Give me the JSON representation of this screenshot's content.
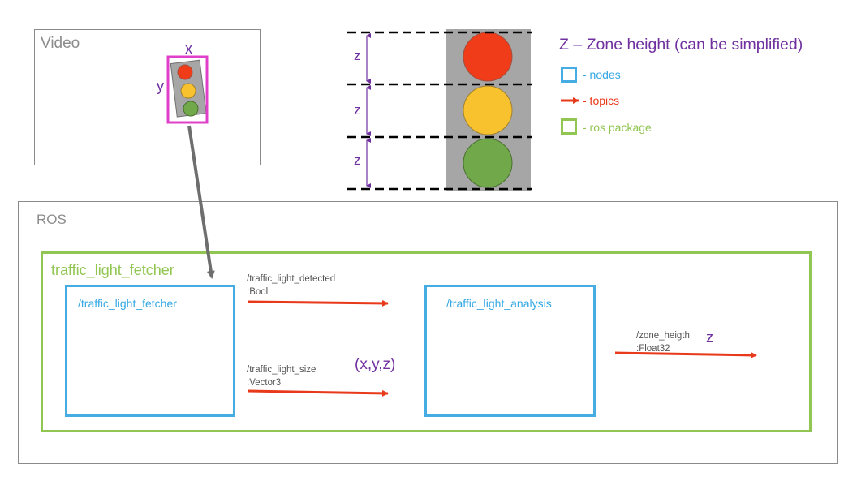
{
  "video": {
    "label": "Video",
    "x_label": "x",
    "y_label": "y"
  },
  "zones": {
    "z_labels": [
      "z",
      "z",
      "z"
    ]
  },
  "legend": {
    "title": "Z – Zone height (can be simplified)",
    "nodes": "- nodes",
    "topics": "- topics",
    "ros_package": "- ros package"
  },
  "ros": {
    "label": "ROS",
    "package_label": "traffic_light_fetcher",
    "nodes": {
      "fetcher": "/traffic_light_fetcher",
      "analysis": "/traffic_light_analysis"
    },
    "topics": {
      "detected": {
        "name": "/traffic_light_detected",
        "type": ":Bool"
      },
      "size": {
        "name": "/traffic_light_size",
        "type": ":Vector3",
        "note": "(x,y,z)"
      },
      "zone": {
        "name": "/zone_heigth",
        "type": ":Float32",
        "note": "z"
      }
    }
  },
  "colors": {
    "node_border": "#45ade4",
    "package_border": "#92c653",
    "topic_arrow": "#e8391b",
    "annotation": "#7030a0",
    "bbox": "#e040c8",
    "light_red": "#f03c18",
    "light_yellow": "#f8c22e",
    "light_green": "#70a84a"
  }
}
